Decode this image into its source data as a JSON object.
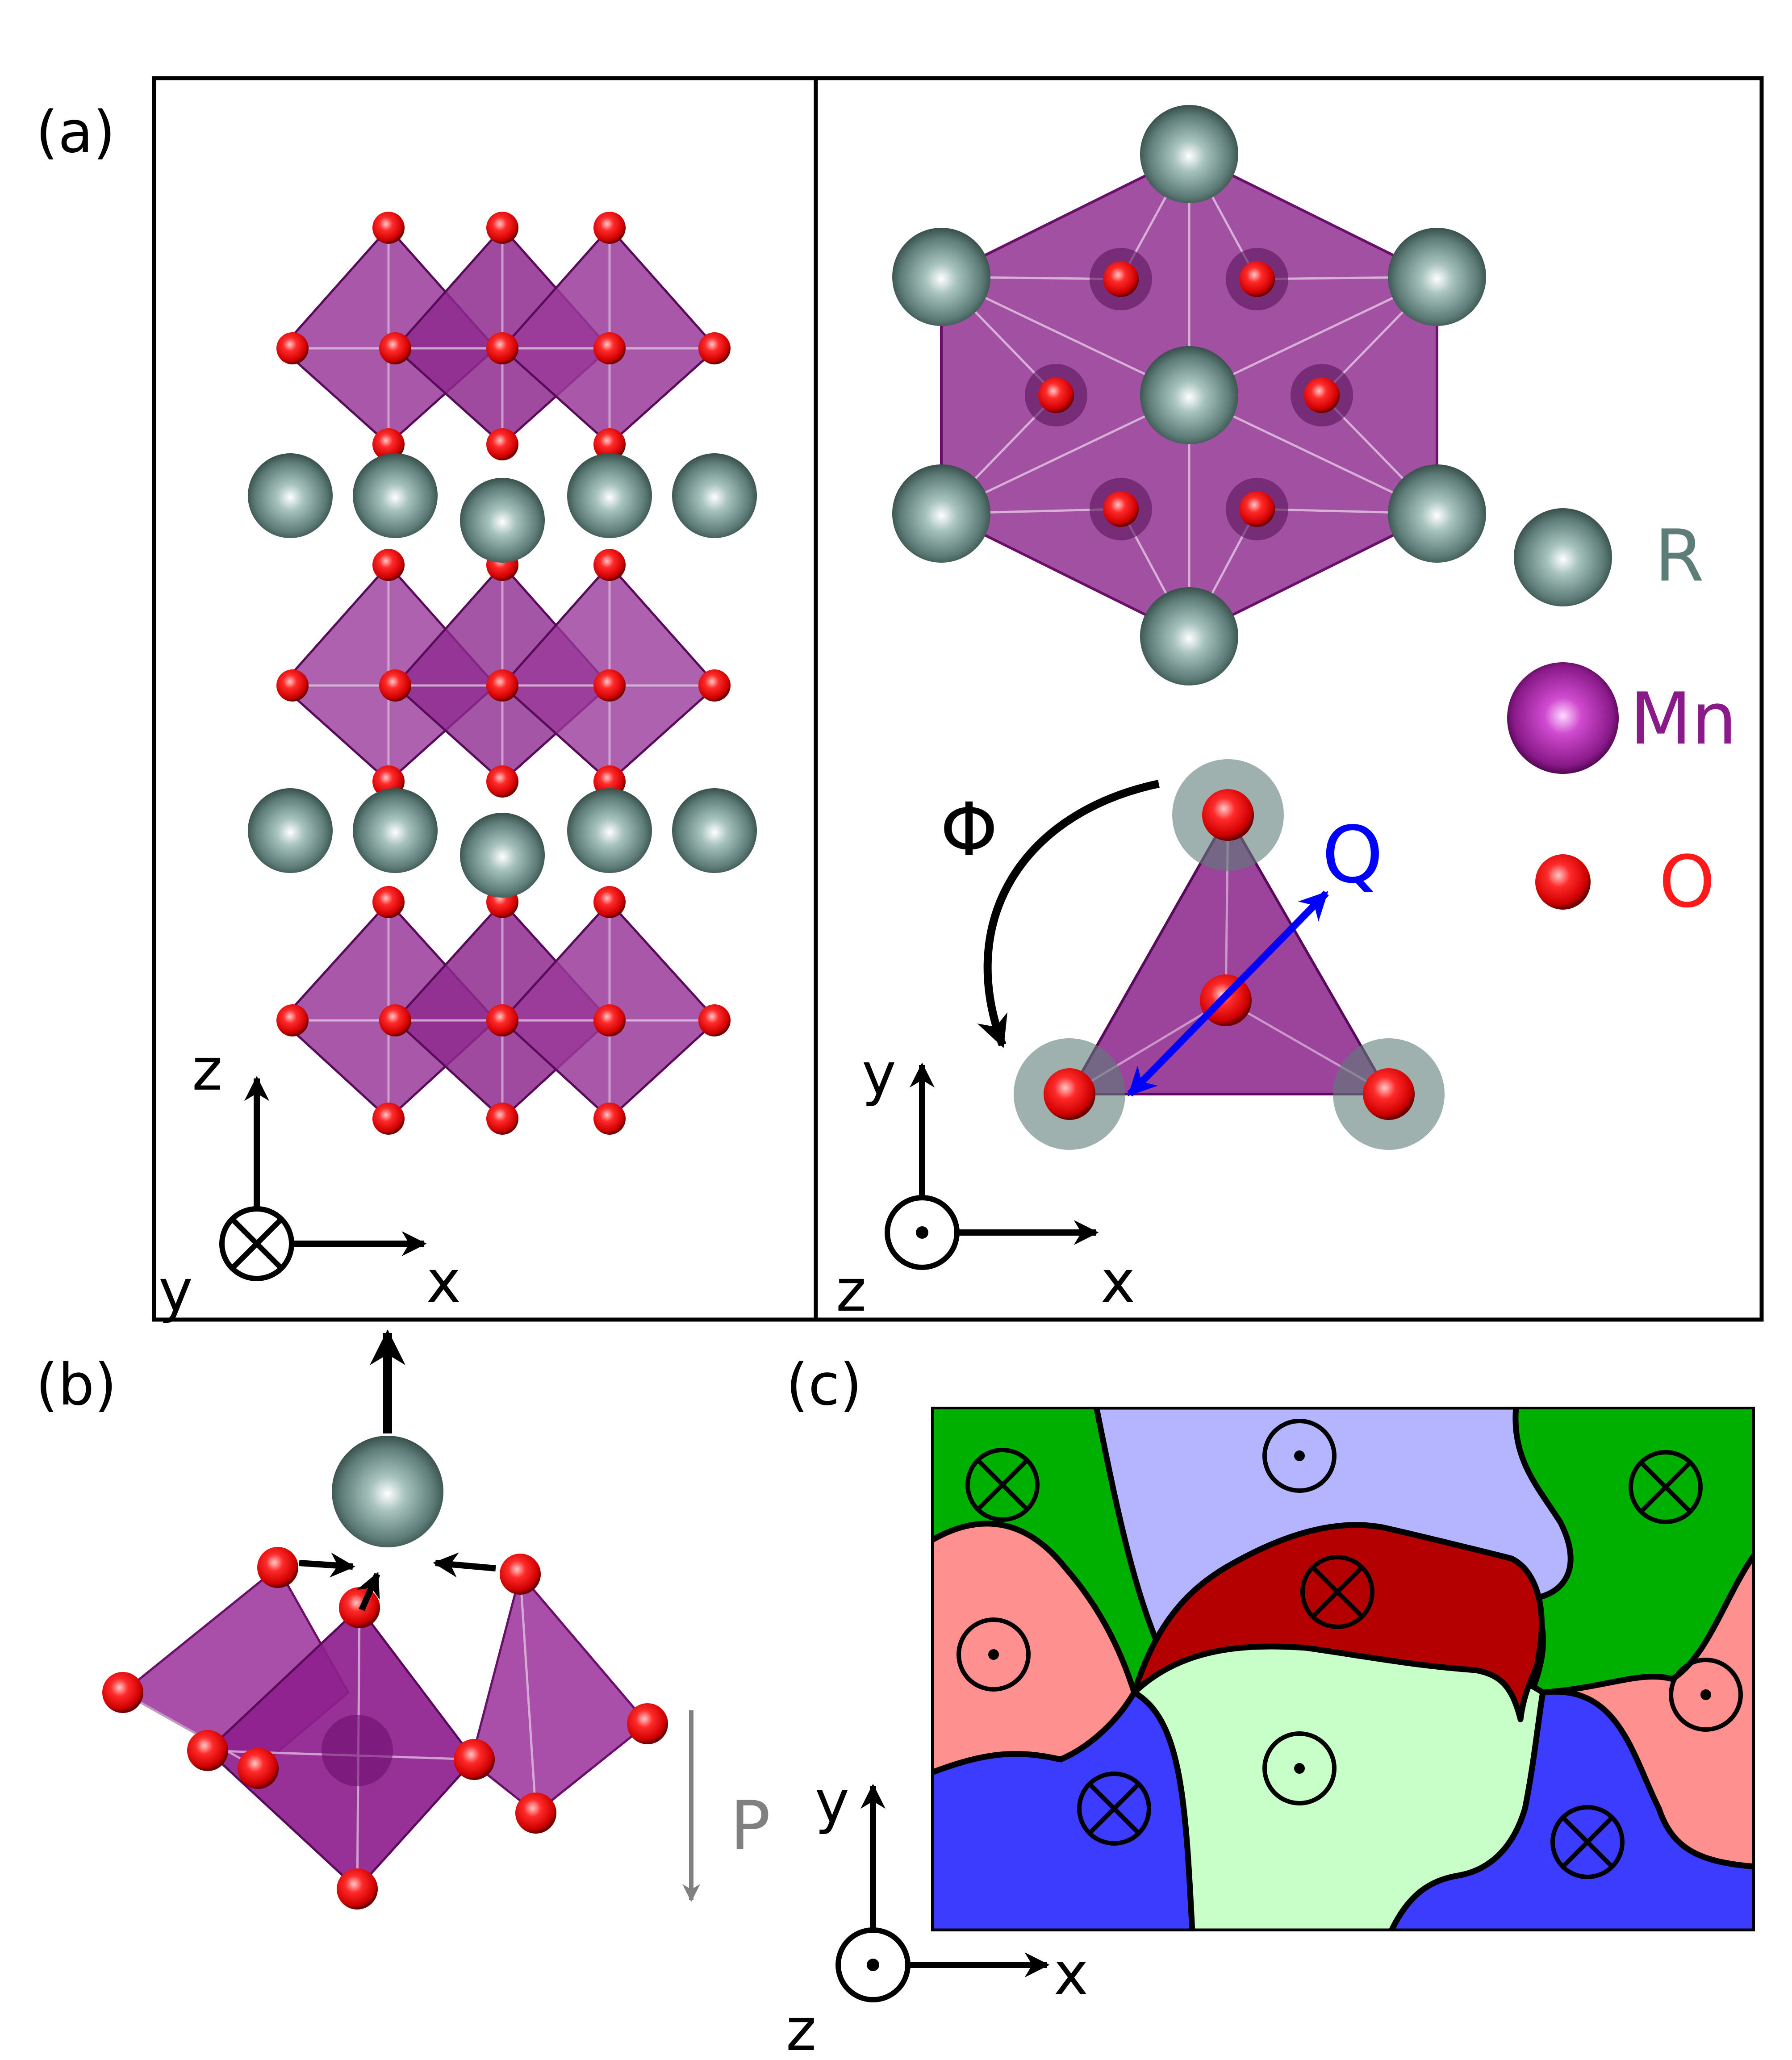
{
  "panels": {
    "a": {
      "label": "(a)"
    },
    "b": {
      "label": "(b)"
    },
    "c": {
      "label": "(c)"
    }
  },
  "legend": {
    "R": {
      "label": "R",
      "color": "#5e7d78"
    },
    "Mn": {
      "label": "Mn",
      "color": "#8a1a8a"
    },
    "O": {
      "label": "O",
      "color": "#ff1a1a"
    }
  },
  "symbols": {
    "phi": "Φ",
    "Q": {
      "label": "Q",
      "color": "#0000ff"
    },
    "P": {
      "label": "P",
      "color": "#808080"
    }
  },
  "axes": {
    "a_left": {
      "up": "z",
      "right": "x",
      "normal": "y",
      "normal_symbol": "into-page"
    },
    "a_right": {
      "up": "y",
      "right": "x",
      "normal": "z",
      "normal_symbol": "out-of-page"
    },
    "c": {
      "up": "y",
      "right": "x",
      "normal": "z",
      "normal_symbol": "out-of-page"
    }
  },
  "domain_colors": {
    "green": "#00b000",
    "lavender": "#b4b4ff",
    "dark_red": "#b40000",
    "pink": "#ff9090",
    "light_green": "#c8ffc8",
    "blue": "#3c3cff"
  },
  "domains": [
    {
      "name": "domain-green-left",
      "fill": "green",
      "symbol": "into-page"
    },
    {
      "name": "domain-lavender-top",
      "fill": "lavender",
      "symbol": "out-of-page"
    },
    {
      "name": "domain-green-right",
      "fill": "green",
      "symbol": "into-page"
    },
    {
      "name": "domain-pink-left",
      "fill": "pink",
      "symbol": "out-of-page"
    },
    {
      "name": "domain-darkred-center",
      "fill": "dark_red",
      "symbol": "into-page"
    },
    {
      "name": "domain-lightgreen-center",
      "fill": "light_green",
      "symbol": "out-of-page"
    },
    {
      "name": "domain-pink-right",
      "fill": "pink",
      "symbol": "out-of-page"
    },
    {
      "name": "domain-blue-left",
      "fill": "blue",
      "symbol": "into-page"
    },
    {
      "name": "domain-blue-right",
      "fill": "blue",
      "symbol": "into-page"
    }
  ]
}
